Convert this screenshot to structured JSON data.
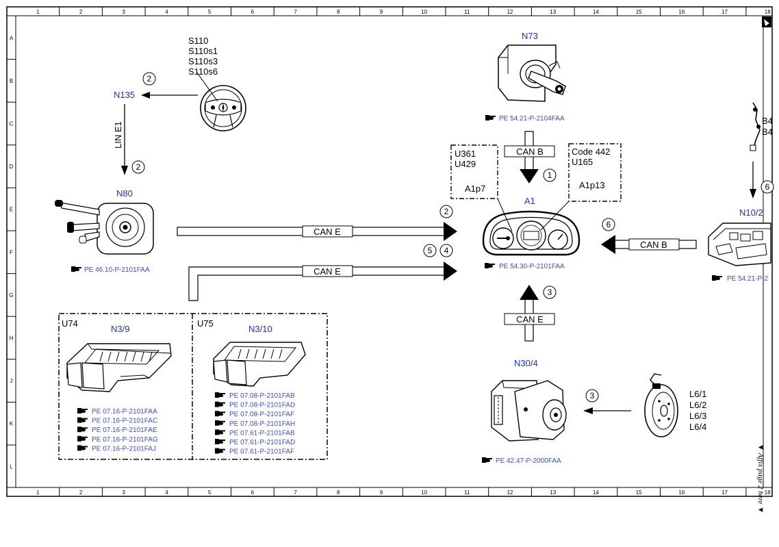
{
  "grid": {
    "columns": [
      "1",
      "2",
      "3",
      "4",
      "5",
      "6",
      "7",
      "8",
      "9",
      "10",
      "11",
      "12",
      "13",
      "14",
      "15",
      "16",
      "17",
      "18"
    ],
    "rows": [
      "A",
      "B",
      "C",
      "D",
      "E",
      "F",
      "G",
      "H",
      "J",
      "K",
      "L"
    ]
  },
  "components": {
    "n135": {
      "label": "N135"
    },
    "n80": {
      "label": "N80",
      "ref": "PE 46.10-P-2101FAA"
    },
    "n73": {
      "label": "N73",
      "ref": "PE 54.21-P-2104FAA"
    },
    "a1": {
      "label": "A1",
      "ref": "PE 54.30-P-2101FAA"
    },
    "n10_2": {
      "label": "N10/2",
      "ref": "PE 54.21-P-2"
    },
    "n30_4": {
      "label": "N30/4",
      "ref": "PE 42.47-P-2000FAA"
    },
    "n3_9": {
      "label": "N3/9",
      "code": "U74",
      "refs": [
        "PE 07.16-P-2101FAA",
        "PE 07.16-P-2101FAC",
        "PE 07.16-P-2101FAE",
        "PE 07.16-P-2101FAG",
        "PE 07.16-P-2101FAJ"
      ]
    },
    "n3_10": {
      "label": "N3/10",
      "code": "U75",
      "refs": [
        "PE 07.08-P-2101FAB",
        "PE 07.08-P-2101FAD",
        "PE 07.08-P-2101FAF",
        "PE 07.08-P-2101FAH",
        "PE 07.61-P-2101FAB",
        "PE 07.61-P-2101FAD",
        "PE 07.61-P-2101FAF"
      ]
    },
    "steering_wheel": {
      "labels": [
        "S110",
        "S110s1",
        "S110s3",
        "S110s6"
      ]
    },
    "brake": {
      "labels": [
        "L6/1",
        "L6/2",
        "L6/3",
        "L6/4"
      ]
    },
    "b4": {
      "labels": [
        "B4",
        "B4"
      ]
    }
  },
  "code_boxes": {
    "left": {
      "lines": [
        "U361",
        "U429"
      ],
      "sub": "A1p7"
    },
    "right": {
      "lines": [
        "Code 442",
        "U165"
      ],
      "sub": "A1p13"
    }
  },
  "buses": {
    "can_e_top": "CAN E",
    "can_e_bottom": "CAN E",
    "can_e_vertical": "CAN E",
    "can_b_top": "CAN B",
    "can_b_right": "CAN B",
    "lin_e1": "LIN E1"
  },
  "callouts": {
    "c_n135_top": "2",
    "c_n135_down": "2",
    "c_can_b_top": "1",
    "c_a1_left_top": "2",
    "c_a1_left_5": "5",
    "c_a1_left_4": "4",
    "c_n10": "6",
    "c_n10_b4": "6",
    "c_a1_bottom": "3",
    "c_n30": "3"
  },
  "affix_note": "▼ Affix page 2 here ▼"
}
